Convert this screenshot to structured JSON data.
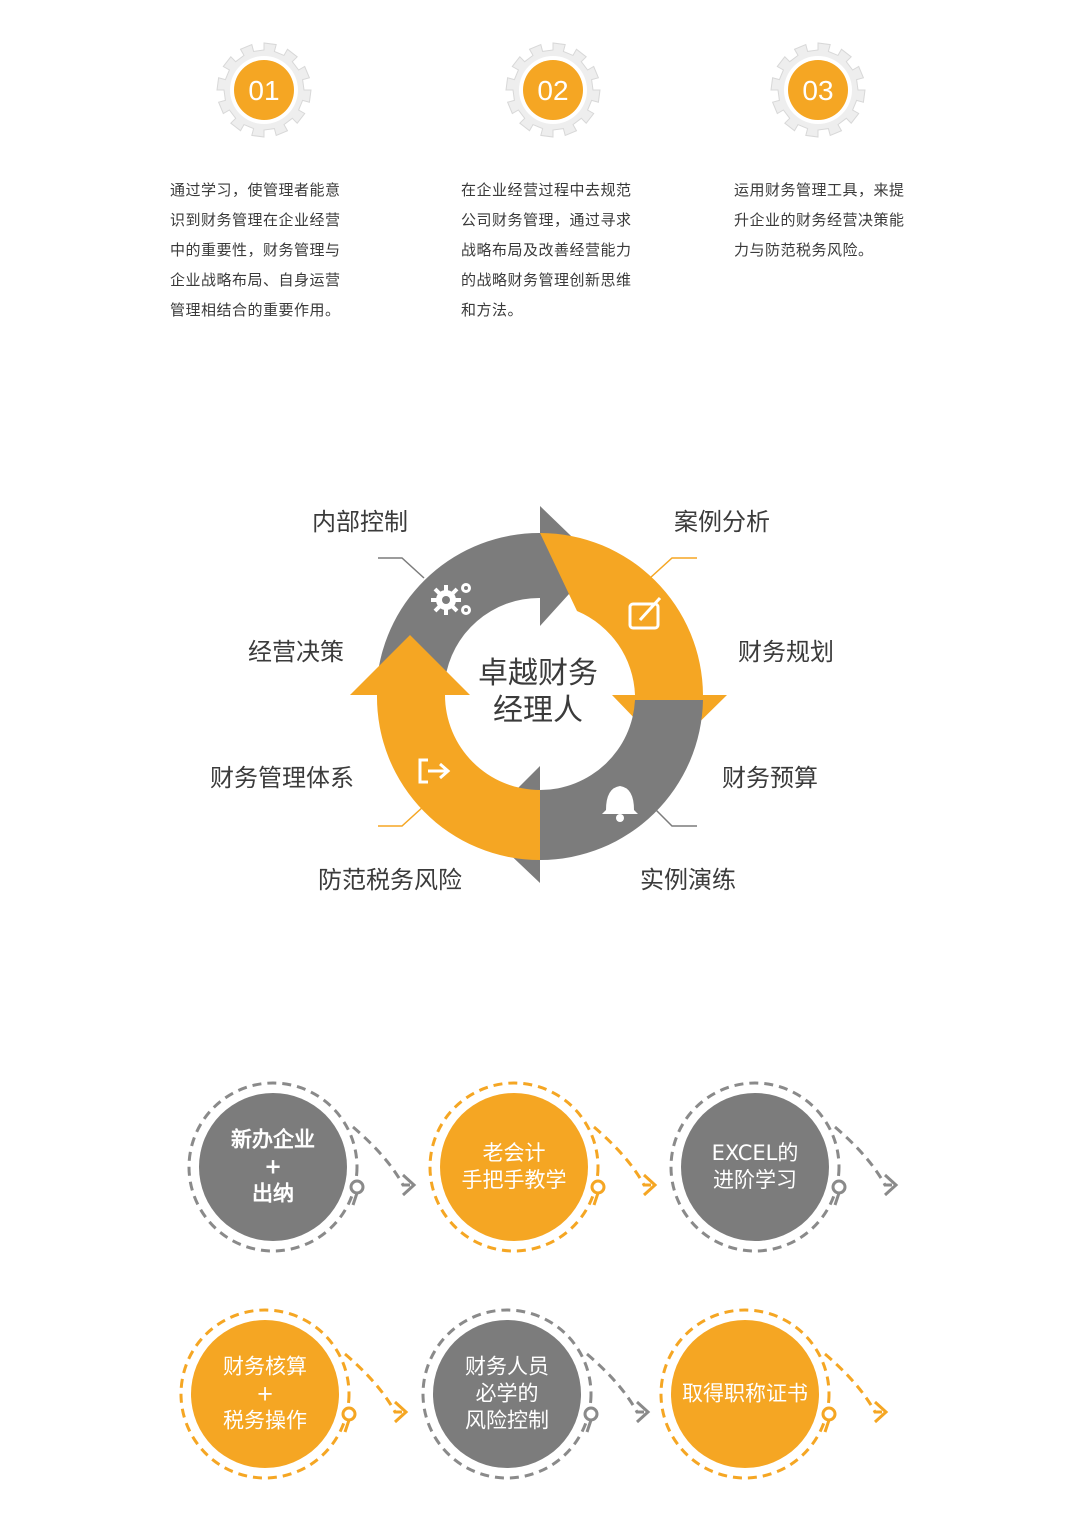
{
  "steps": [
    {
      "number": "01",
      "lines": [
        "通过学习，使管理者能意",
        "识到财务管理在企业经营",
        "中的重要性，财务管理与",
        "企业战略布局、自身运营",
        "管理相结合的重要作用。"
      ]
    },
    {
      "number": "02",
      "lines": [
        "在企业经营过程中去规范",
        "公司财务管理，通过寻求",
        "战略布局及改善经营能力",
        "的战略财务管理创新思维",
        "和方法。"
      ]
    },
    {
      "number": "03",
      "lines": [
        "运用财务管理工具，来提",
        "升企业的财务经营决策能",
        "力与防范税务风险。"
      ]
    }
  ],
  "cycle": {
    "center_line1": "卓越财务",
    "center_line2": "经理人",
    "labels": {
      "top_left": "内部控制",
      "top_right": "案例分析",
      "mid_left_upper": "经营决策",
      "mid_right_upper": "财务规划",
      "mid_left_lower": "财务管理体系",
      "mid_right_lower": "财务预算",
      "bottom_left": "防范税务风险",
      "bottom_right": "实例演练"
    }
  },
  "journey": [
    {
      "lines": [
        "新办企业",
        "+",
        "出纳"
      ],
      "style": "gray",
      "bold": true
    },
    {
      "lines": [
        "老会计",
        "手把手教学"
      ],
      "style": "orange"
    },
    {
      "lines": [
        "EXCEL的",
        "进阶学习"
      ],
      "style": "gray"
    },
    {
      "lines": [
        "财务核算",
        "+",
        "税务操作"
      ],
      "style": "orange"
    },
    {
      "lines": [
        "财务人员",
        "必学的",
        "风险控制"
      ],
      "style": "gray"
    },
    {
      "lines": [
        "取得职称证书"
      ],
      "style": "orange"
    }
  ],
  "colors": {
    "orange": "#f5a623",
    "gray": "#7c7c7c",
    "dash_gray": "#8a8a8a",
    "text": "#3b3b3b"
  }
}
